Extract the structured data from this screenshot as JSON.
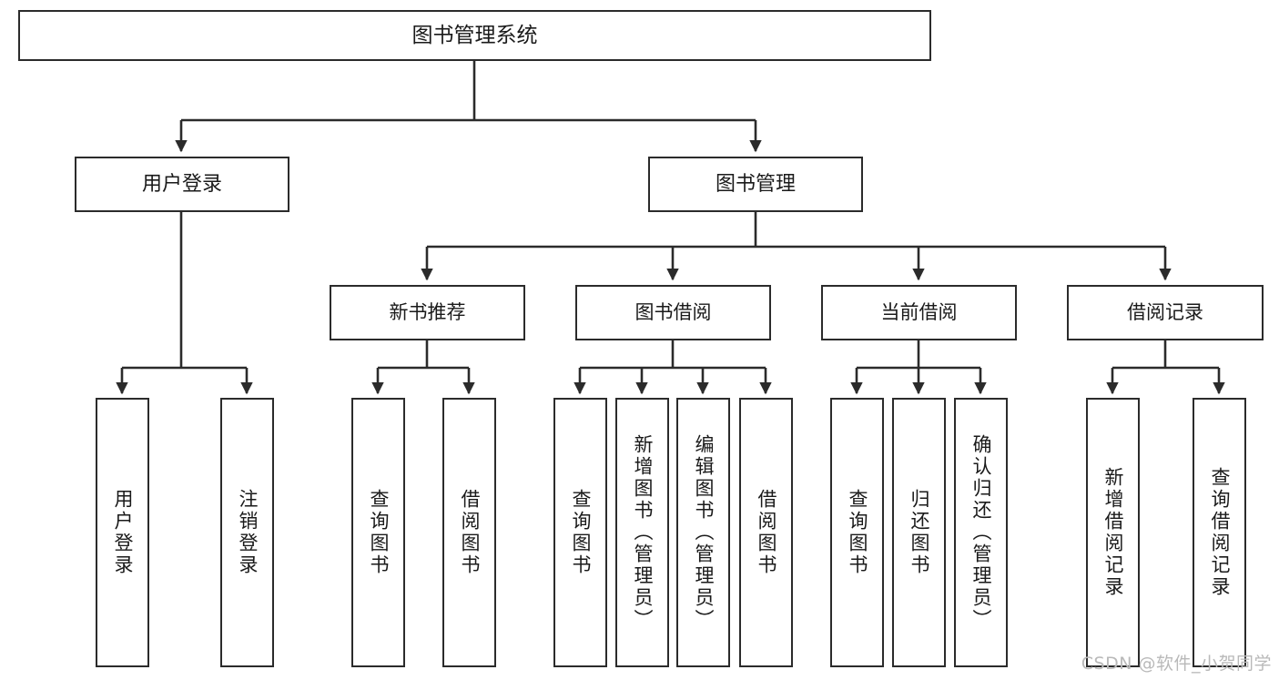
{
  "diagram": {
    "title": "图书管理系统",
    "type": "tree",
    "watermark": "CSDN @软件_小贺同学",
    "colors": {
      "box_border": "#2b2b2b",
      "box_fill": "#ffffff",
      "edge": "#2b2b2b",
      "text": "#1a1a1a",
      "watermark": "#b9b9b9",
      "background": "#ffffff"
    },
    "nodes": {
      "root": {
        "label": "图书管理系统"
      },
      "level1": [
        {
          "id": "user-login",
          "label": "用户登录"
        },
        {
          "id": "book-manage",
          "label": "图书管理"
        }
      ],
      "level2": [
        {
          "id": "new-book-rec",
          "label": "新书推荐"
        },
        {
          "id": "book-borrow",
          "label": "图书借阅"
        },
        {
          "id": "current-borrow",
          "label": "当前借阅"
        },
        {
          "id": "borrow-record",
          "label": "借阅记录"
        }
      ],
      "leaves": [
        {
          "id": "leaf-user-login",
          "label": "用户登录",
          "parent": "user-login"
        },
        {
          "id": "leaf-user-logout",
          "label": "注销登录",
          "parent": "user-login"
        },
        {
          "id": "leaf-query-book-1",
          "label": "查询图书",
          "parent": "new-book-rec"
        },
        {
          "id": "leaf-borrow-book-1",
          "label": "借阅图书",
          "parent": "new-book-rec"
        },
        {
          "id": "leaf-query-book-2",
          "label": "查询图书",
          "parent": "book-borrow"
        },
        {
          "id": "leaf-add-book",
          "label": "新增图书（管理员）",
          "parent": "book-borrow"
        },
        {
          "id": "leaf-edit-book",
          "label": "编辑图书（管理员）",
          "parent": "book-borrow"
        },
        {
          "id": "leaf-borrow-book-2",
          "label": "借阅图书",
          "parent": "book-borrow"
        },
        {
          "id": "leaf-query-book-3",
          "label": "查询图书",
          "parent": "current-borrow"
        },
        {
          "id": "leaf-return-book",
          "label": "归还图书",
          "parent": "current-borrow"
        },
        {
          "id": "leaf-confirm-return",
          "label": "确认归还（管理员）",
          "parent": "current-borrow"
        },
        {
          "id": "leaf-add-record",
          "label": "新增借阅记录",
          "parent": "borrow-record"
        },
        {
          "id": "leaf-query-record",
          "label": "查询借阅记录",
          "parent": "borrow-record"
        }
      ]
    }
  }
}
